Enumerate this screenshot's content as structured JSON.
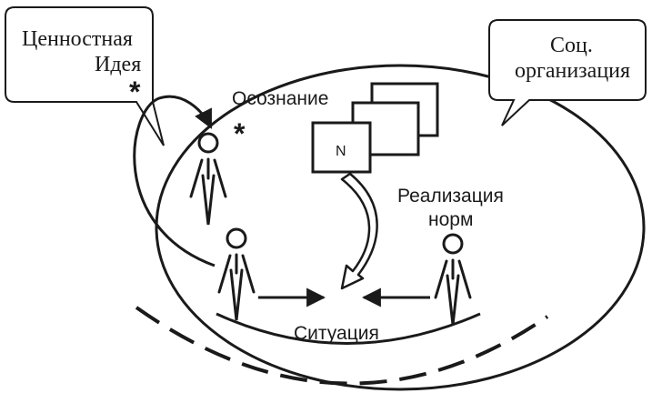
{
  "callouts": {
    "value_idea_line1": "Ценностная",
    "value_idea_line2": "Идея",
    "social_org_line1": "Соц.",
    "social_org_line2": "организация"
  },
  "labels": {
    "awareness": "Осознание",
    "norm_card": "N",
    "realization_line1": "Реализация",
    "realization_line2": "норм",
    "situation": "Ситуация"
  },
  "marks": {
    "asterisk": "*"
  }
}
